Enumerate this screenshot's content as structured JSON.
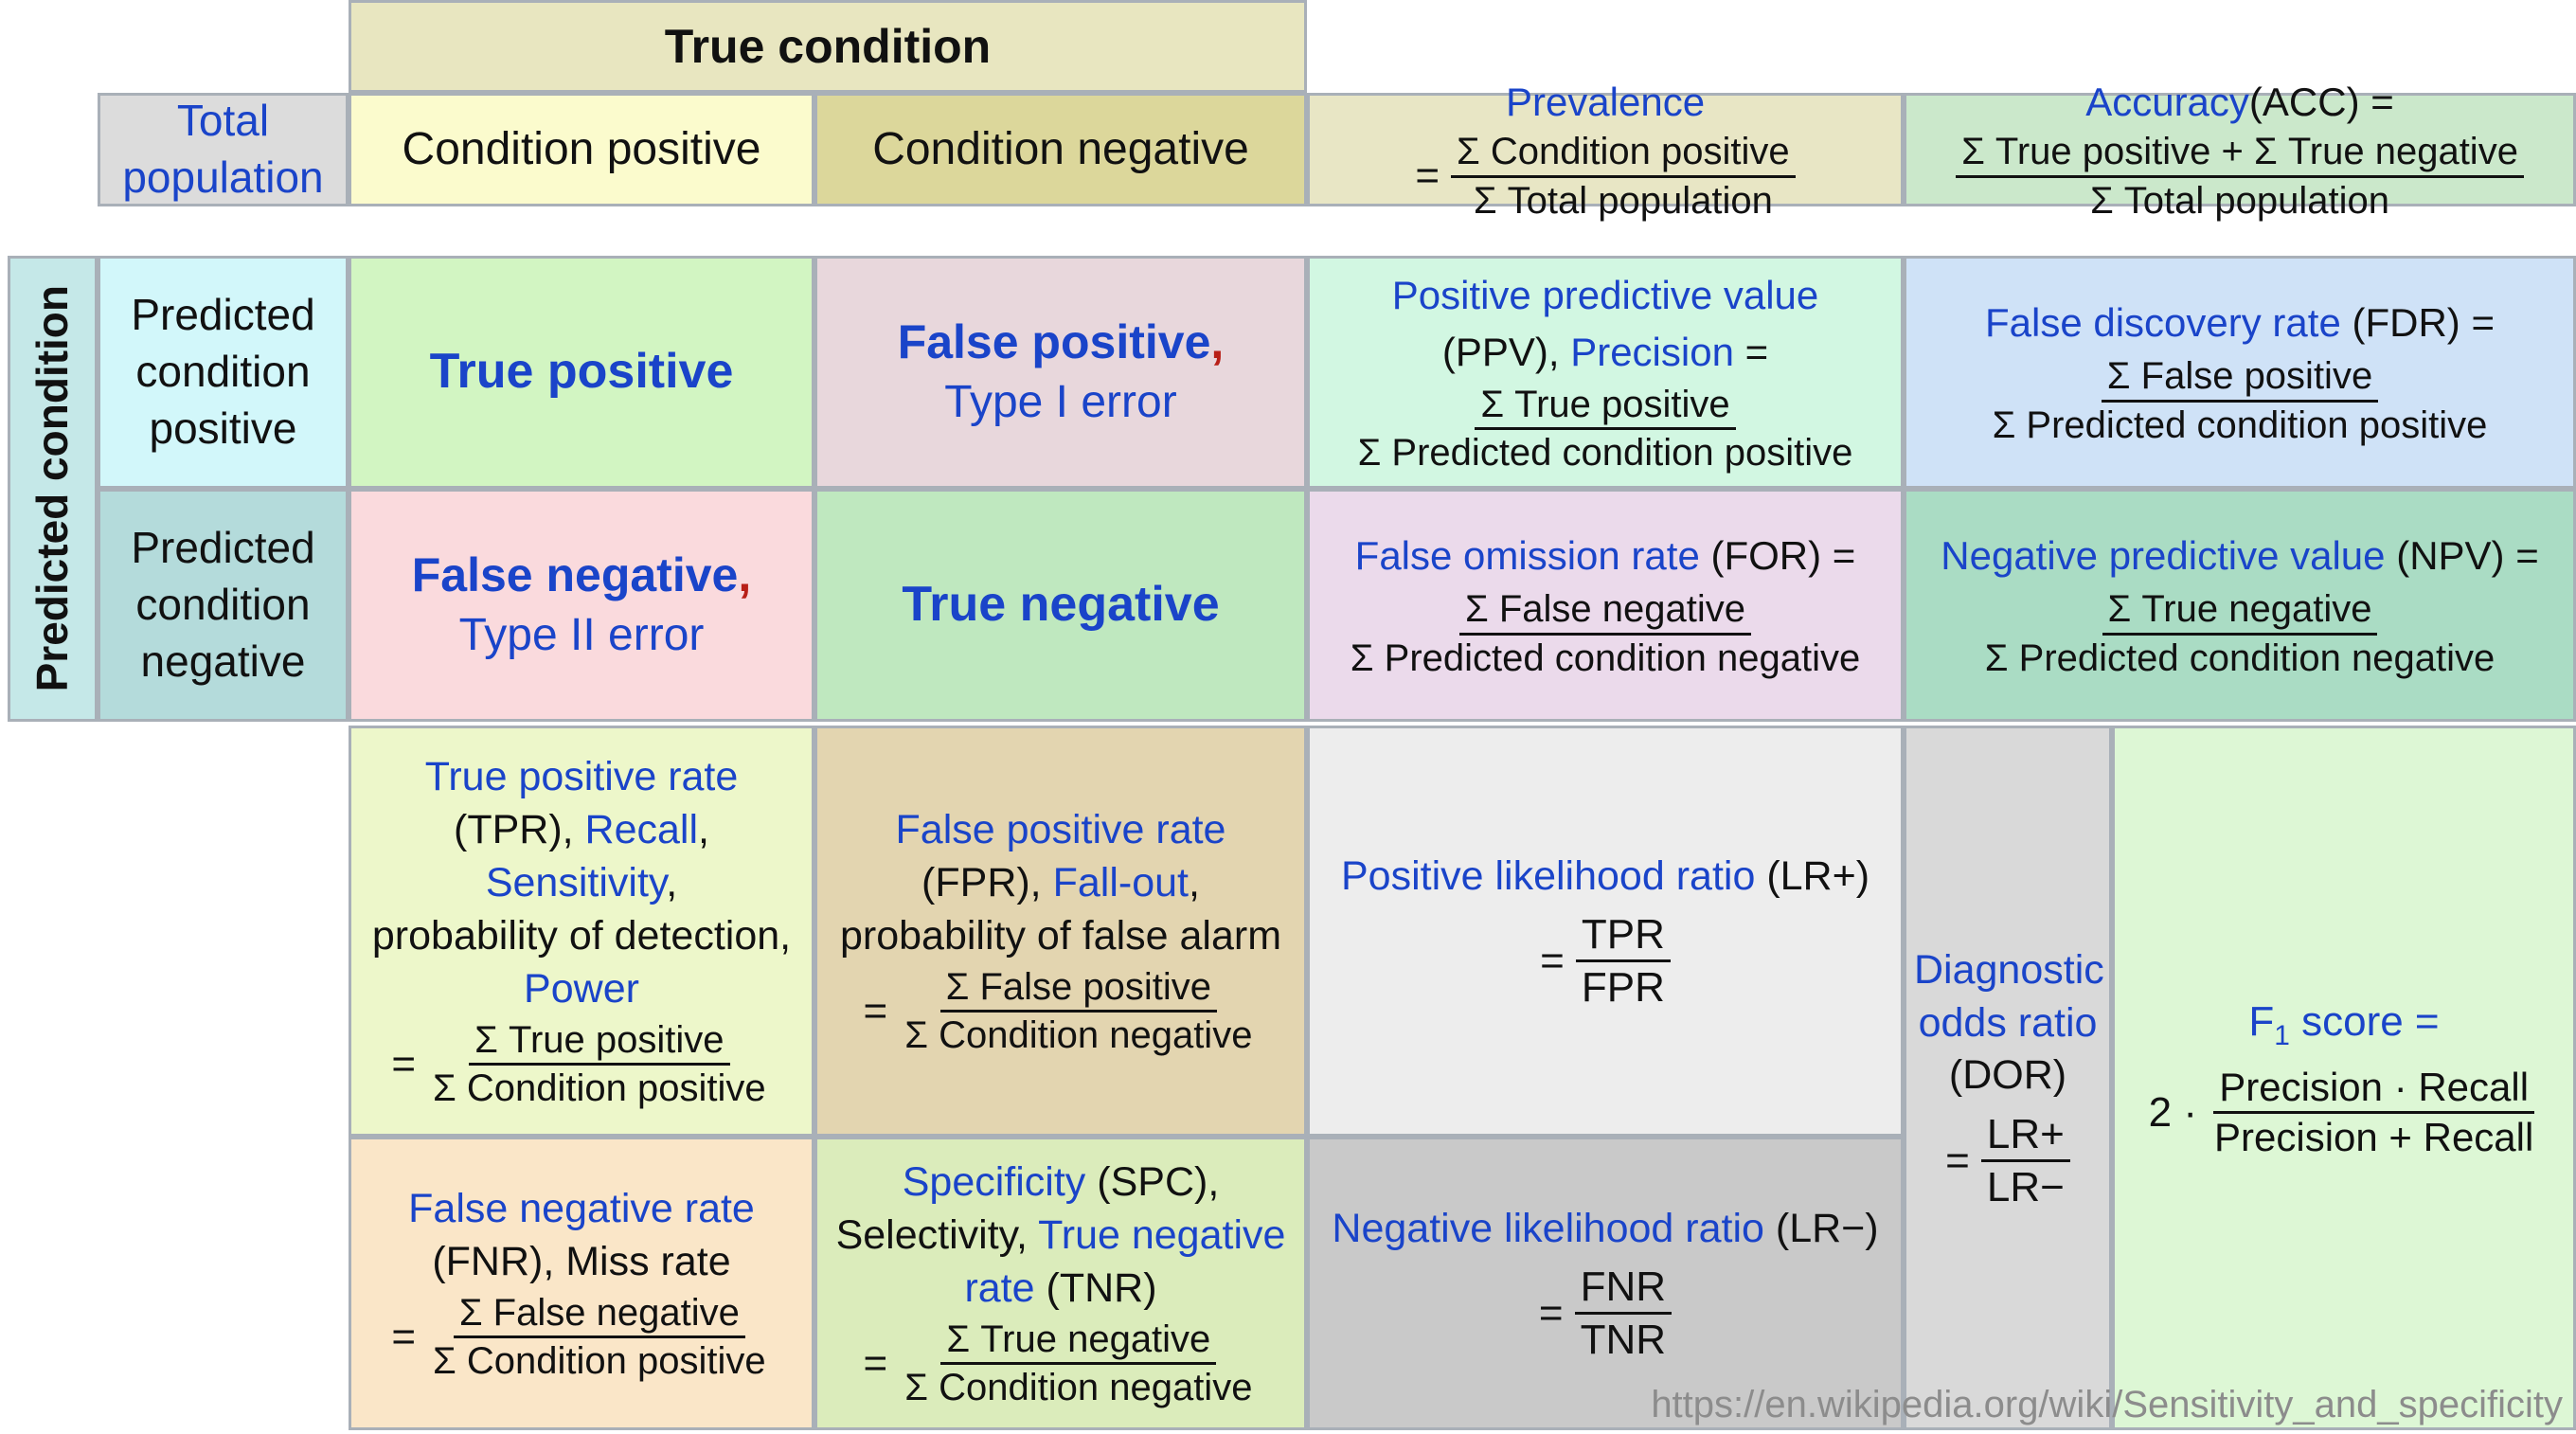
{
  "title": "Confusion matrix / Sensitivity and specificity",
  "colors": {
    "blue_link": "#1a44c9",
    "red_comma": "#b81f17",
    "border": "#a9b0b8",
    "true_condition_header": "#e8e6c0",
    "total_population": "#dcdcdc",
    "condition_positive": "#fbfbcd",
    "condition_negative": "#dcd79b",
    "prevalence": "#e8e6c5",
    "accuracy": "#cbe8cb",
    "predicted_condition_label": "#c5e8e8",
    "predicted_positive": "#d2f7fa",
    "predicted_negative": "#b4dbdb",
    "true_positive": "#d2f5c2",
    "false_positive": "#e8d7dc",
    "ppv": "#d2f7e2",
    "fdr": "#cfe2f7",
    "false_negative": "#fadadd",
    "true_negative": "#bfe8bf",
    "for": "#ebdaeb",
    "npv": "#aadcc4",
    "tpr": "#edf7ca",
    "fpr": "#e3d5b0",
    "lr_plus": "#ededed",
    "dor": "#d9d9d9",
    "f1": "#ddf7d5",
    "fnr": "#fae6c8",
    "spc": "#dbecbb",
    "lr_minus": "#c9c9c9",
    "watermark": "#8c8c8c"
  },
  "header": {
    "true_condition": "True condition",
    "total_population": {
      "line1": "Total",
      "line2": "population"
    },
    "condition_positive": "Condition positive",
    "condition_negative": "Condition negative"
  },
  "row_label": {
    "predicted_condition": "Predicted condition",
    "predicted_positive": {
      "line1": "Predicted",
      "line2": "condition",
      "line3": "positive"
    },
    "predicted_negative": {
      "line1": "Predicted",
      "line2": "condition",
      "line3": "negative"
    }
  },
  "cells": {
    "prevalence": {
      "name": "Prevalence",
      "eq": "=",
      "numerator": "Σ Condition positive",
      "denominator": "Σ Total population"
    },
    "accuracy": {
      "name": "Accuracy",
      "abbr": "(ACC) =",
      "numerator": "Σ True positive + Σ True negative",
      "denominator": "Σ Total population"
    },
    "true_positive": {
      "label": "True positive"
    },
    "false_positive": {
      "label": "False positive",
      "comma": ",",
      "sub": "Type I error"
    },
    "false_negative": {
      "label": "False negative",
      "comma": ",",
      "sub": "Type II error"
    },
    "true_negative": {
      "label": "True negative"
    },
    "ppv": {
      "name": "Positive predictive value",
      "abbr_pre": "(PPV), ",
      "abbr_link": "Precision",
      "abbr_post": " =",
      "numerator": "Σ True positive",
      "denominator": "Σ Predicted condition positive"
    },
    "fdr": {
      "name": "False discovery rate",
      "abbr": "(FDR) =",
      "numerator": "Σ False positive",
      "denominator": "Σ Predicted condition positive"
    },
    "for": {
      "name": "False omission rate",
      "abbr": "(FOR) =",
      "numerator": "Σ False negative",
      "denominator": "Σ Predicted condition negative"
    },
    "npv": {
      "name": "Negative predictive value",
      "abbr": "(NPV) =",
      "numerator": "Σ True negative",
      "denominator": "Σ Predicted condition negative"
    },
    "tpr": {
      "name": "True positive rate",
      "line2_pre": "(TPR), ",
      "line2_link": "Recall",
      "line2_post": ",",
      "line3_link": "Sensitivity",
      "line3_post": ",",
      "line4": "probability of detection,",
      "line5_link": "Power",
      "eq": "=",
      "numerator": "Σ True positive",
      "denominator": "Σ Condition positive"
    },
    "fpr": {
      "name": "False positive rate",
      "line2_pre": "(FPR), ",
      "line2_link": "Fall-out",
      "line2_post": ",",
      "line3": "probability of false alarm",
      "eq": "=",
      "numerator": "Σ False positive",
      "denominator": "Σ Condition negative"
    },
    "lr_plus": {
      "name": "Positive likelihood ratio",
      "abbr": "(LR+)",
      "eq": "=",
      "numerator": "TPR",
      "denominator": "FPR"
    },
    "dor": {
      "line1": "Diagnostic",
      "line2": "odds ratio",
      "abbr": "(DOR)",
      "eq": "=",
      "numerator": "LR+",
      "denominator": "LR−"
    },
    "f1": {
      "name_pre": "F",
      "name_sub": "1",
      "name_post": " score =",
      "factor": "2 ·",
      "numerator": "Precision · Recall",
      "denominator": "Precision + Recall"
    },
    "fnr": {
      "name": "False negative rate",
      "abbr": "(FNR), Miss rate",
      "eq": "=",
      "numerator": "Σ False negative",
      "denominator": "Σ Condition positive"
    },
    "spc": {
      "name_link": "Specificity",
      "name_abbr": " (SPC),",
      "line2_pre": "Selectivity, ",
      "line2_link": "True negative",
      "line3_link": "rate",
      "line3_post": " (TNR)",
      "eq": "=",
      "numerator": "Σ True negative",
      "denominator": "Σ Condition negative"
    },
    "lr_minus": {
      "name": "Negative likelihood ratio",
      "abbr": "(LR−)",
      "eq": "=",
      "numerator": "FNR",
      "denominator": "TNR"
    }
  },
  "watermark": "https://en.wikipedia.org/wiki/Sensitivity_and_specificity"
}
